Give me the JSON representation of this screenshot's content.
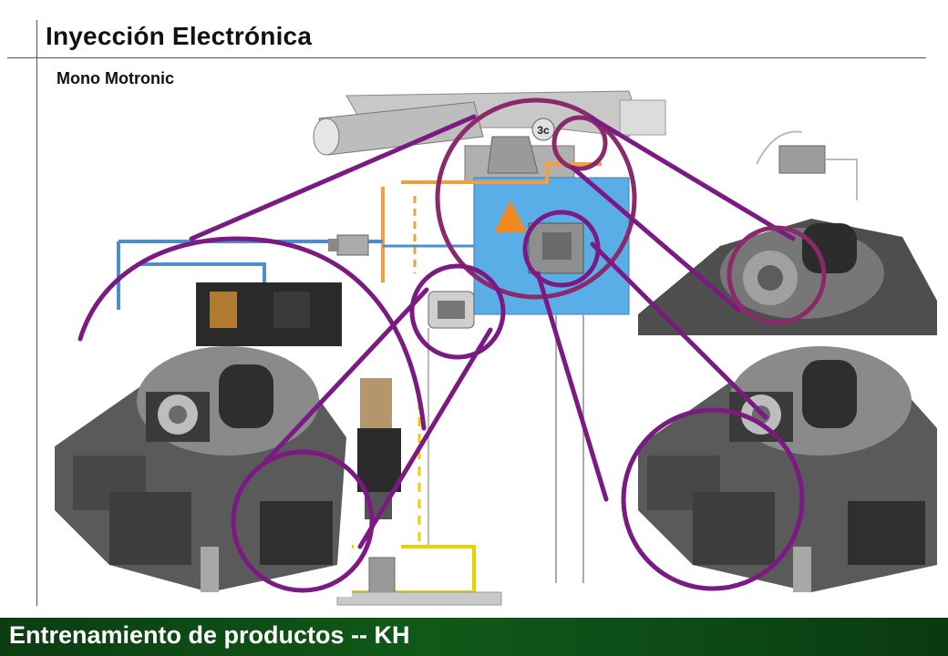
{
  "header": {
    "title": "Inyección Electrónica",
    "subtitle": "Mono Motronic"
  },
  "diagram": {
    "badge_label": "3c"
  },
  "footer": {
    "text": "Entrenamiento de productos -- KH"
  },
  "colors": {
    "callout": "#7a1a82",
    "callout_dark": "#8a2a6a",
    "footer_green": "#0f5a18",
    "pipe_blue": "#4a8fd0",
    "pipe_orange": "#f0a040",
    "pipe_yellow": "#e8d200"
  }
}
